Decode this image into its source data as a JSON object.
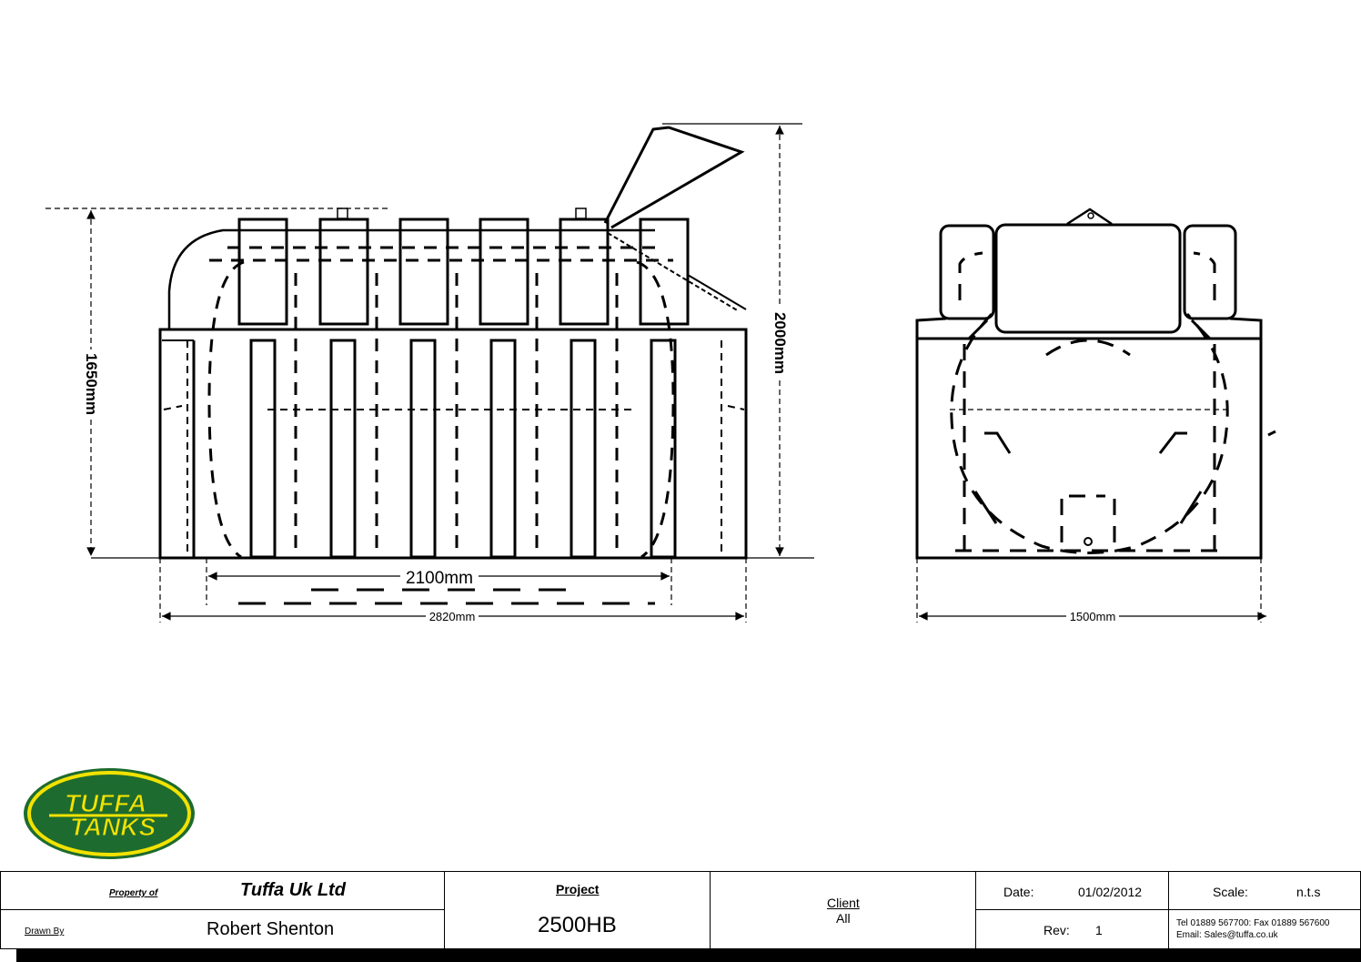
{
  "dimensions": {
    "front_height_tank": "1650mm",
    "front_height_overall": "2000mm",
    "front_inner_length": "2100mm",
    "front_overall_length": "2820mm",
    "end_width": "1500mm"
  },
  "logo": {
    "line1": "TUFFA",
    "line2": "TANKS"
  },
  "title_block": {
    "property_of_label": "Property of",
    "company": "Tuffa Uk Ltd",
    "drawn_by_label": "Drawn By",
    "drawn_by": "Robert Shenton",
    "project_label": "Project",
    "project": "2500HB",
    "client_label": "Client",
    "client": "All",
    "date_label": "Date:",
    "date": "01/02/2012",
    "scale_label": "Scale:",
    "scale": "n.t.s",
    "rev_label": "Rev:",
    "rev": "1",
    "contact_line1": "Tel 01889 567700:  Fax 01889 567600",
    "contact_line2": "Email: Sales@tuffa.co.uk"
  },
  "colors": {
    "logo_green": "#1e6b2f",
    "logo_yellow": "#f2e200",
    "line": "#000000"
  }
}
